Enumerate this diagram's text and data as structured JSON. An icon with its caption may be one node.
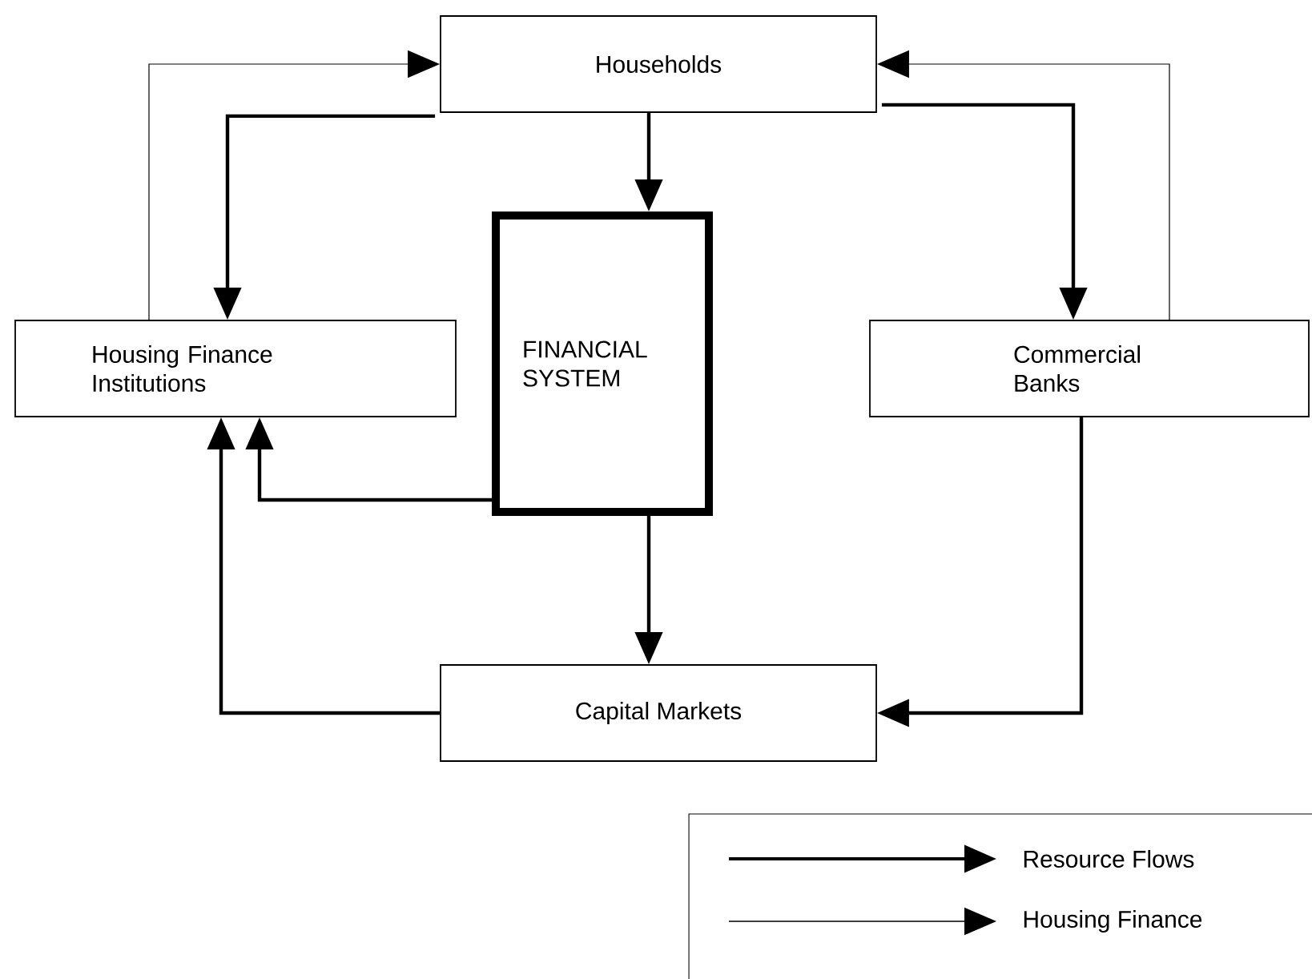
{
  "diagram": {
    "nodes": [
      {
        "text": [
          "Households"
        ]
      },
      {
        "text": [
          "Housing Finance Institutions"
        ]
      },
      {
        "text": [
          "FINANCIAL SYSTEM"
        ]
      },
      {
        "text": [
          "Commercial Banks"
        ]
      },
      {
        "text": [
          "Capital Markets"
        ]
      }
    ],
    "edges": [
      {
        "from": 1,
        "to": 0,
        "arrow": "to"
      },
      {
        "from": 0,
        "to": 1,
        "arrow": "to"
      },
      {
        "from": 0,
        "to": 2,
        "arrow": "to"
      },
      {
        "from": 3,
        "to": 0,
        "arrow": "to"
      },
      {
        "from": 0,
        "to": 3,
        "arrow": "to"
      },
      {
        "from": 2,
        "to": 1,
        "arrow": "to"
      },
      {
        "from": 2,
        "to": 4,
        "arrow": "to"
      },
      {
        "from": 3,
        "to": 4,
        "arrow": "to"
      },
      {
        "from": 4,
        "to": 1,
        "arrow": "to"
      }
    ],
    "legend": [
      {
        "text": "Resource Flows"
      },
      {
        "text": "Housing Finance"
      }
    ]
  }
}
